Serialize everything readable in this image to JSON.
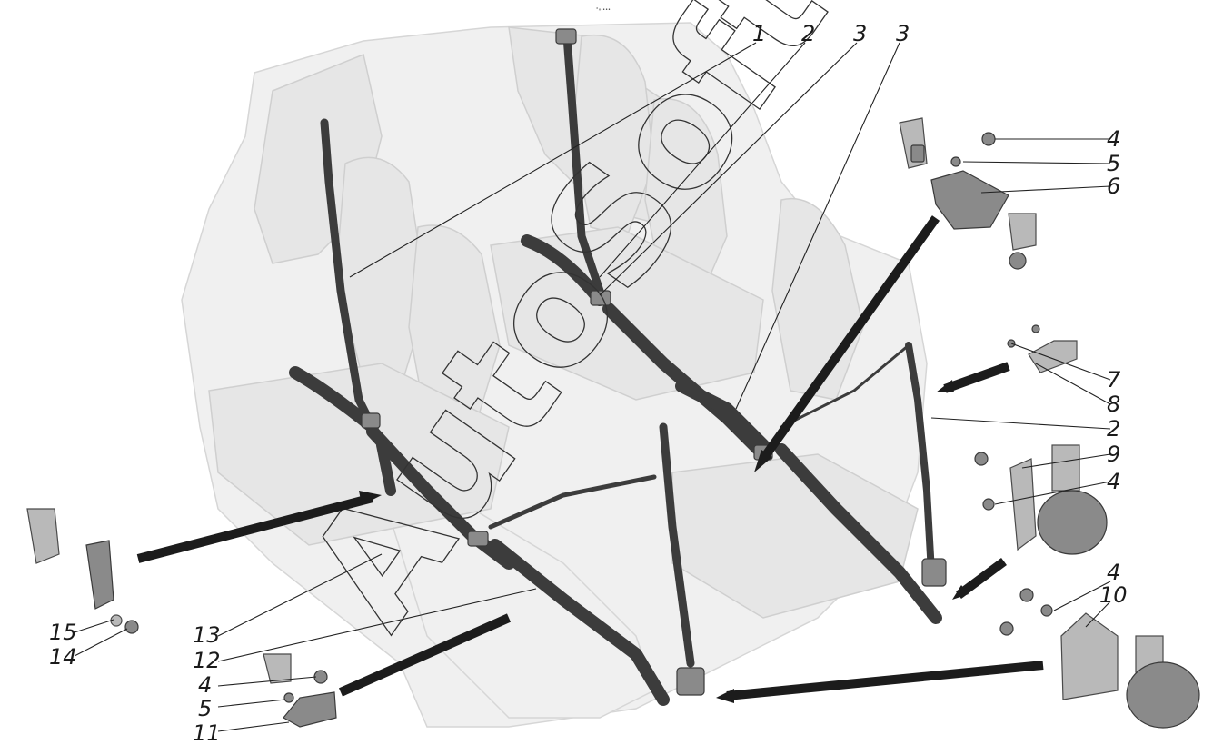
{
  "header_mark": "°» •••",
  "watermark": "AutoSoft",
  "callouts": [
    {
      "id": "callout-1",
      "text": "1"
    },
    {
      "id": "callout-2-top",
      "text": "2"
    },
    {
      "id": "callout-3-left",
      "text": "3"
    },
    {
      "id": "callout-3-right",
      "text": "3"
    },
    {
      "id": "callout-4-a",
      "text": "4"
    },
    {
      "id": "callout-5-a",
      "text": "5"
    },
    {
      "id": "callout-6",
      "text": "6"
    },
    {
      "id": "callout-7",
      "text": "7"
    },
    {
      "id": "callout-8",
      "text": "8"
    },
    {
      "id": "callout-2-right",
      "text": "2"
    },
    {
      "id": "callout-9",
      "text": "9"
    },
    {
      "id": "callout-4-b",
      "text": "4"
    },
    {
      "id": "callout-4-c",
      "text": "4"
    },
    {
      "id": "callout-10",
      "text": "10"
    },
    {
      "id": "callout-15",
      "text": "15"
    },
    {
      "id": "callout-14",
      "text": "14"
    },
    {
      "id": "callout-13",
      "text": "13"
    },
    {
      "id": "callout-12",
      "text": "12"
    },
    {
      "id": "callout-4-d",
      "text": "4"
    },
    {
      "id": "callout-5-b",
      "text": "5"
    },
    {
      "id": "callout-11",
      "text": "11"
    }
  ],
  "colors": {
    "belt": "#3c3c3c",
    "ghost_vehicle": "#ececec",
    "arrow": "#1c1c1c"
  }
}
